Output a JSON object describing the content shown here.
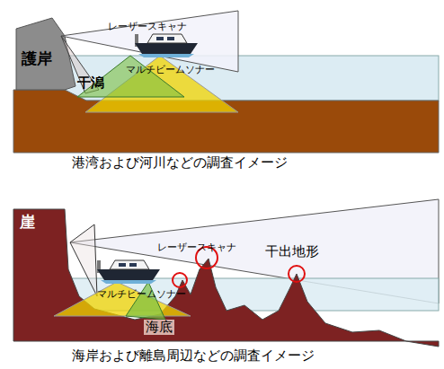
{
  "diagram": {
    "labels": [
      "レーザースキャナ",
      "護岸",
      "マルチビームソナー",
      "干潟",
      "港湾および河川などの調査イメージ",
      "崖",
      "レーザースキャナ",
      "干出地形",
      "マルチビームソナー",
      "海底",
      "海岸および離島周辺などの調査イメージ"
    ]
  }
}
